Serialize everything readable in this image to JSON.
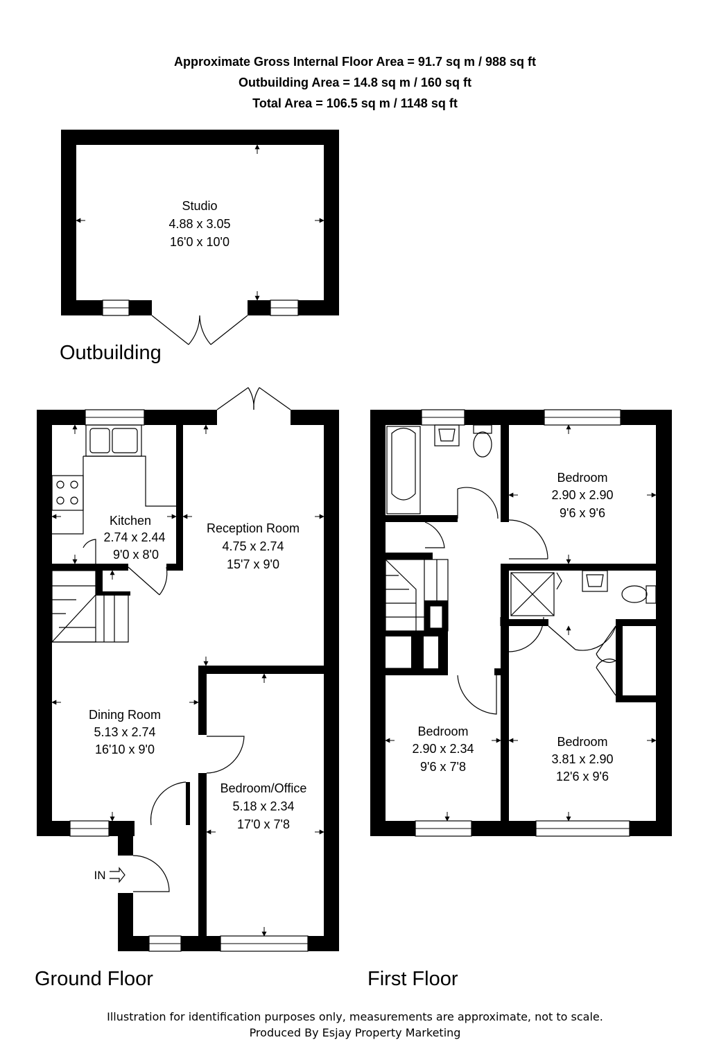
{
  "header": {
    "gross_internal": "Approximate Gross Internal Floor Area = 91.7 sq m / 988 sq ft",
    "outbuilding_area": "Outbuilding Area = 14.8 sq m / 160 sq ft",
    "total_area": "Total Area = 106.5 sq m / 1148 sq ft"
  },
  "floors": {
    "outbuilding": "Outbuilding",
    "ground": "Ground Floor",
    "first": "First Floor"
  },
  "rooms": {
    "studio": {
      "name": "Studio",
      "metric": "4.88 x 3.05",
      "imperial": "16'0 x 10'0"
    },
    "kitchen": {
      "name": "Kitchen",
      "metric": "2.74 x 2.44",
      "imperial": "9'0 x 8'0"
    },
    "reception": {
      "name": "Reception Room",
      "metric": "4.75 x 2.74",
      "imperial": "15'7 x 9'0"
    },
    "dining": {
      "name": "Dining Room",
      "metric": "5.13 x 2.74",
      "imperial": "16'10 x 9'0"
    },
    "office": {
      "name": "Bedroom/Office",
      "metric": "5.18 x 2.34",
      "imperial": "17'0 x 7'8"
    },
    "bed1": {
      "name": "Bedroom",
      "metric": "2.90 x 2.90",
      "imperial": "9'6 x 9'6"
    },
    "bed2": {
      "name": "Bedroom",
      "metric": "2.90 x 2.34",
      "imperial": "9'6 x 7'8"
    },
    "bed3": {
      "name": "Bedroom",
      "metric": "3.81 x 2.90",
      "imperial": "12'6 x 9'6"
    }
  },
  "entrance_label": "IN",
  "footer": {
    "line1": "Illustration for identification purposes only, measurements are approximate, not to scale.",
    "line2": "Produced By Esjay Property Marketing"
  }
}
